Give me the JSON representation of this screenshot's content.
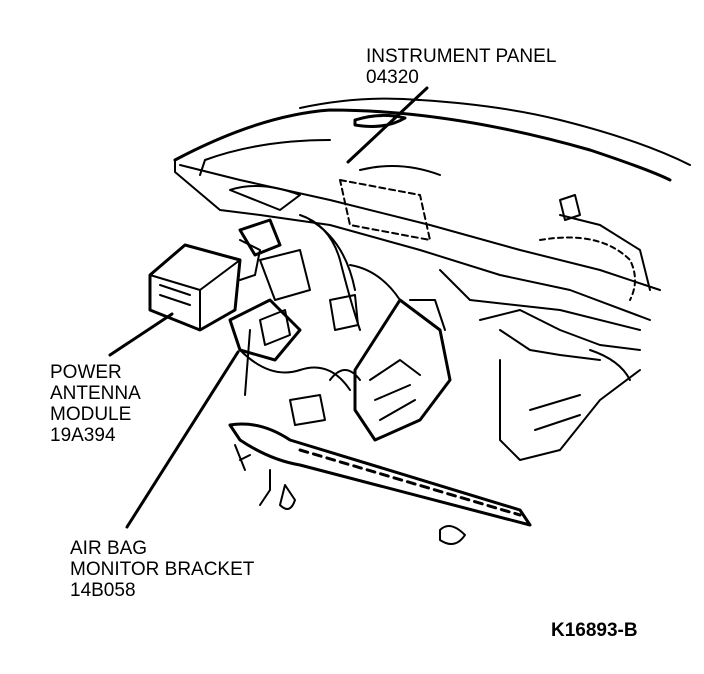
{
  "labels": {
    "instrument_panel": {
      "name": "INSTRUMENT PANEL",
      "part": "04320"
    },
    "power_antenna_module": {
      "line1": "POWER",
      "line2": "ANTENNA",
      "line3": "MODULE",
      "part": "19A394"
    },
    "air_bag_monitor_bracket": {
      "line1": "AIR BAG",
      "line2": "MONITOR BRACKET",
      "part": "14B058"
    }
  },
  "figure_code": "K16893-B",
  "colors": {
    "ink": "#000000",
    "paper": "#ffffff"
  }
}
